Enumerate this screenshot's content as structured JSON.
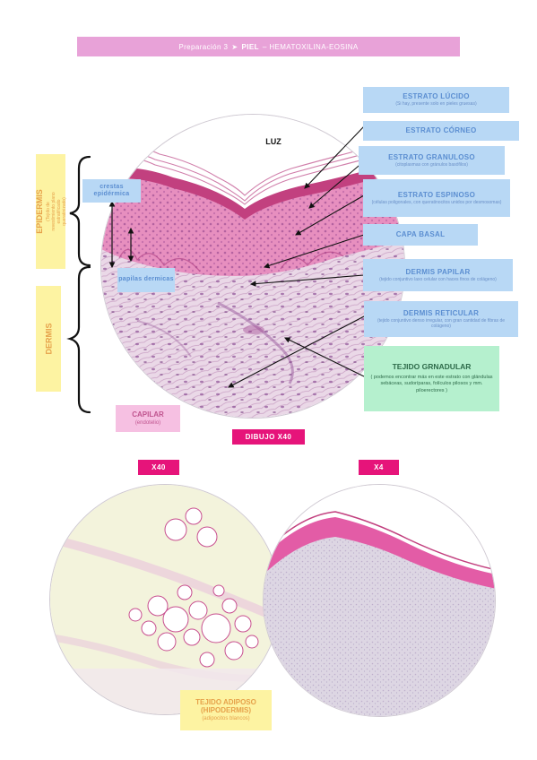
{
  "header": {
    "prefix": "Preparación 3",
    "arrow": "➤",
    "title": "PIEL",
    "subtitle": "– HEMATOXILINA-EOSINA"
  },
  "luz_label": "LUZ",
  "labels": {
    "estrato_lucido": {
      "title": "ESTRATO LÚCIDO",
      "sub": "(Si hay, presente solo en pieles gruesas)"
    },
    "estrato_corneo": {
      "title": "ESTRATO CÓRNEO"
    },
    "estrato_granuloso": {
      "title": "ESTRATO GRANULOSO",
      "sub": "(citoplasmas con gránulos basófilos)"
    },
    "estrato_espinoso": {
      "title": "ESTRATO ESPINOSO",
      "sub": "(células poligonales, con queratinocitos unidos por desmosomas)"
    },
    "capa_basal": {
      "title": "CAPA BASAL"
    },
    "dermis_papilar": {
      "title": "DERMIS PAPILAR",
      "sub": "(tejido conjuntivo laxo celular con haces finos de colágeno)"
    },
    "dermis_reticular": {
      "title": "DERMIS RETICULAR",
      "sub": "(tejido conjuntivo denso irregular, con gran cantidad de fibras de colágeno)"
    },
    "tejido_glandular": {
      "title": "TEJIDO GRNADULAR",
      "sub": "( podemos encontrar más en este estrato con glándulas sebáceas, sudoríparas, folículos pilosos y mm. piloerectores )"
    },
    "crestas": {
      "title": "crestas epidérmica"
    },
    "papilas": {
      "title": "papilas dermicas"
    },
    "capilar": {
      "title": "CAPILAR",
      "sub": "(endotelio)"
    },
    "tejido_adiposo": {
      "title": "TEJIDO ADIPOSO",
      "title2": "(HIPODERMIS)",
      "sub": "(adipocitos blancos)"
    }
  },
  "side": {
    "epidermis": {
      "title": "EPIDERMIS",
      "sub": "(Tejido de revestimiento plano estratificado queratinizado)"
    },
    "dermis": {
      "title": "DERMIS"
    }
  },
  "tags": {
    "dibujo": "DIBUJO X40",
    "x40": "X40",
    "x4": "X4"
  },
  "colors": {
    "header": "#e8a2d8",
    "blue_label": "#b8d8f5",
    "green_label": "#b5f0ce",
    "yellow_label": "#fdf3a2",
    "magenta_tag": "#e6147a",
    "epidermis_pink": "#e0529e"
  }
}
